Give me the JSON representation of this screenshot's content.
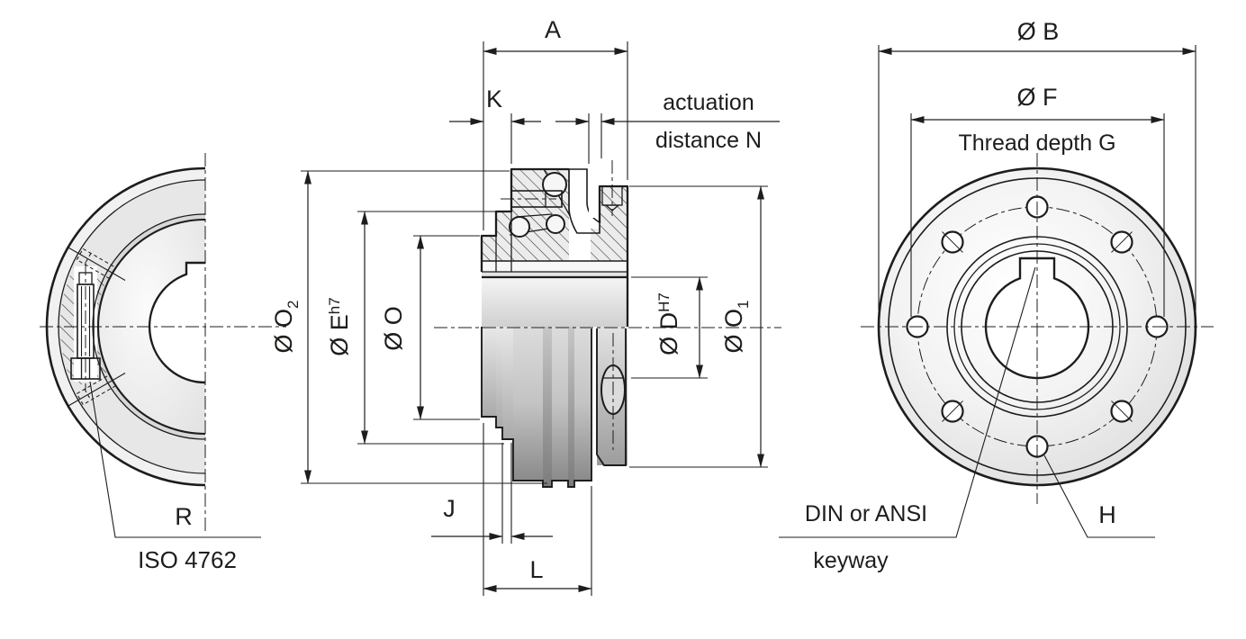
{
  "drawing_labels": {
    "section": {
      "a": "A",
      "k": "K",
      "actuation1": "actuation",
      "actuation2": "distance N",
      "j": "J",
      "l": "L",
      "o2_main": "Ø O",
      "o2_sub": "2",
      "e_main": "Ø E",
      "e_sup": "h7",
      "o_main": "Ø O",
      "d_main": "Ø D",
      "d_sup": "H7",
      "o1_main": "Ø O",
      "o1_sub": "1"
    },
    "side": {
      "r": "R",
      "iso": "ISO 4762"
    },
    "front": {
      "b": "Ø B",
      "f": "Ø F",
      "g": "Thread depth G",
      "keyway1": "DIN or ANSI",
      "keyway2": "keyway",
      "h": "H"
    }
  },
  "colors": {
    "line": "#1d1d1b",
    "background": "#ffffff"
  }
}
